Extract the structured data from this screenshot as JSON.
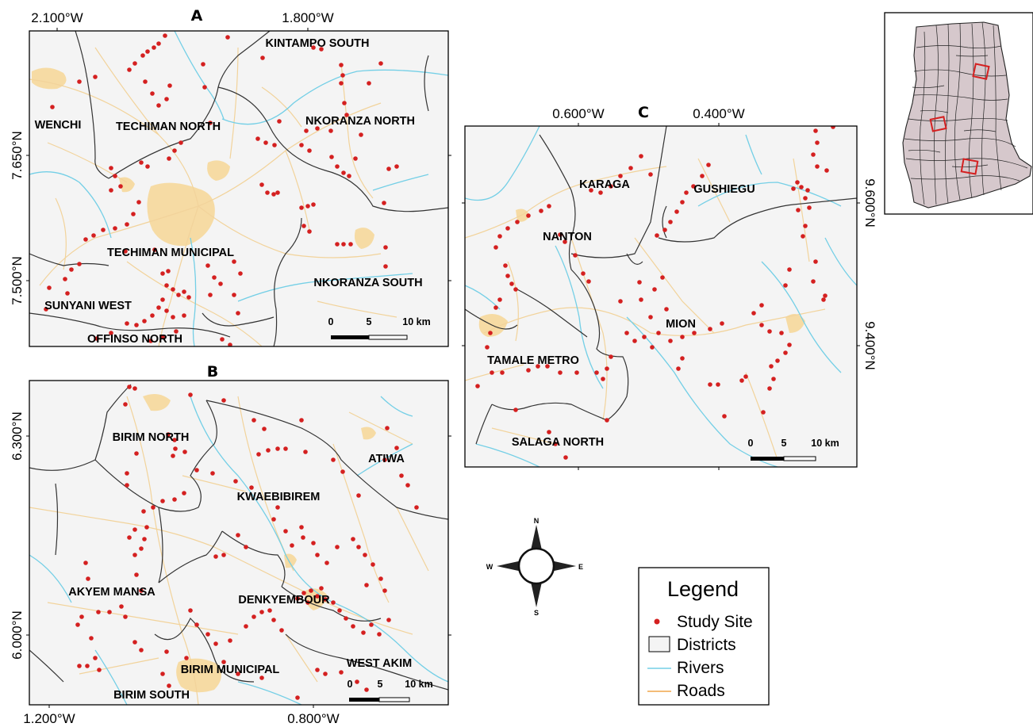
{
  "colors": {
    "background": "#f4f4f4",
    "study_site": "#d42020",
    "district_border": "#333333",
    "river": "#74cfe6",
    "road": "#f2d39b",
    "urban": "#f6dba4",
    "inset_fill": "#d6c8cc",
    "inset_highlight": "#d42020"
  },
  "panels": {
    "A": {
      "label": "A",
      "top_ticks": [
        "2.100°W",
        "1.800°W"
      ],
      "left_ticks": [
        "7.650°N",
        "7.500°N"
      ],
      "districts": [
        "KINTAMPO SOUTH",
        "WENCHI",
        "TECHIMAN NORTH",
        "NKORANZA NORTH",
        "TECHIMAN MUNICIPAL",
        "NKORANZA SOUTH",
        "SUNYANI WEST",
        "OFFINSO NORTH"
      ],
      "scale": [
        "0",
        "5",
        "10 km"
      ]
    },
    "B": {
      "label": "B",
      "bottom_ticks": [
        "1.200°W",
        "0.800°W"
      ],
      "left_ticks": [
        "6.300°N",
        "6.000°N"
      ],
      "districts": [
        "BIRIM NORTH",
        "ATIWA",
        "KWAEBIBIREM",
        "AKYEM MANSA",
        "DENKYEMBOUR",
        "WEST AKIM",
        "BIRIM MUNICIPAL",
        "BIRIM SOUTH"
      ],
      "scale": [
        "0",
        "5",
        "10 km"
      ]
    },
    "C": {
      "label": "C",
      "top_ticks": [
        "0.600°W",
        "0.400°W"
      ],
      "right_ticks": [
        "9.600°N",
        "9.400°N"
      ],
      "districts": [
        "KARAGA",
        "GUSHIEGU",
        "NANTON",
        "MION",
        "TAMALE METRO",
        "SALAGA NORTH"
      ],
      "scale": [
        "0",
        "5",
        "10 km"
      ]
    }
  },
  "compass": {
    "n": "N",
    "s": "S",
    "e": "E",
    "w": "W"
  },
  "legend": {
    "title": "Legend",
    "items": [
      {
        "label": "Study Site",
        "icon": "red-dot-icon"
      },
      {
        "label": "Districts",
        "icon": "district-box-icon"
      },
      {
        "label": "Rivers",
        "icon": "river-line-icon"
      },
      {
        "label": "Roads",
        "icon": "road-line-icon"
      }
    ]
  }
}
